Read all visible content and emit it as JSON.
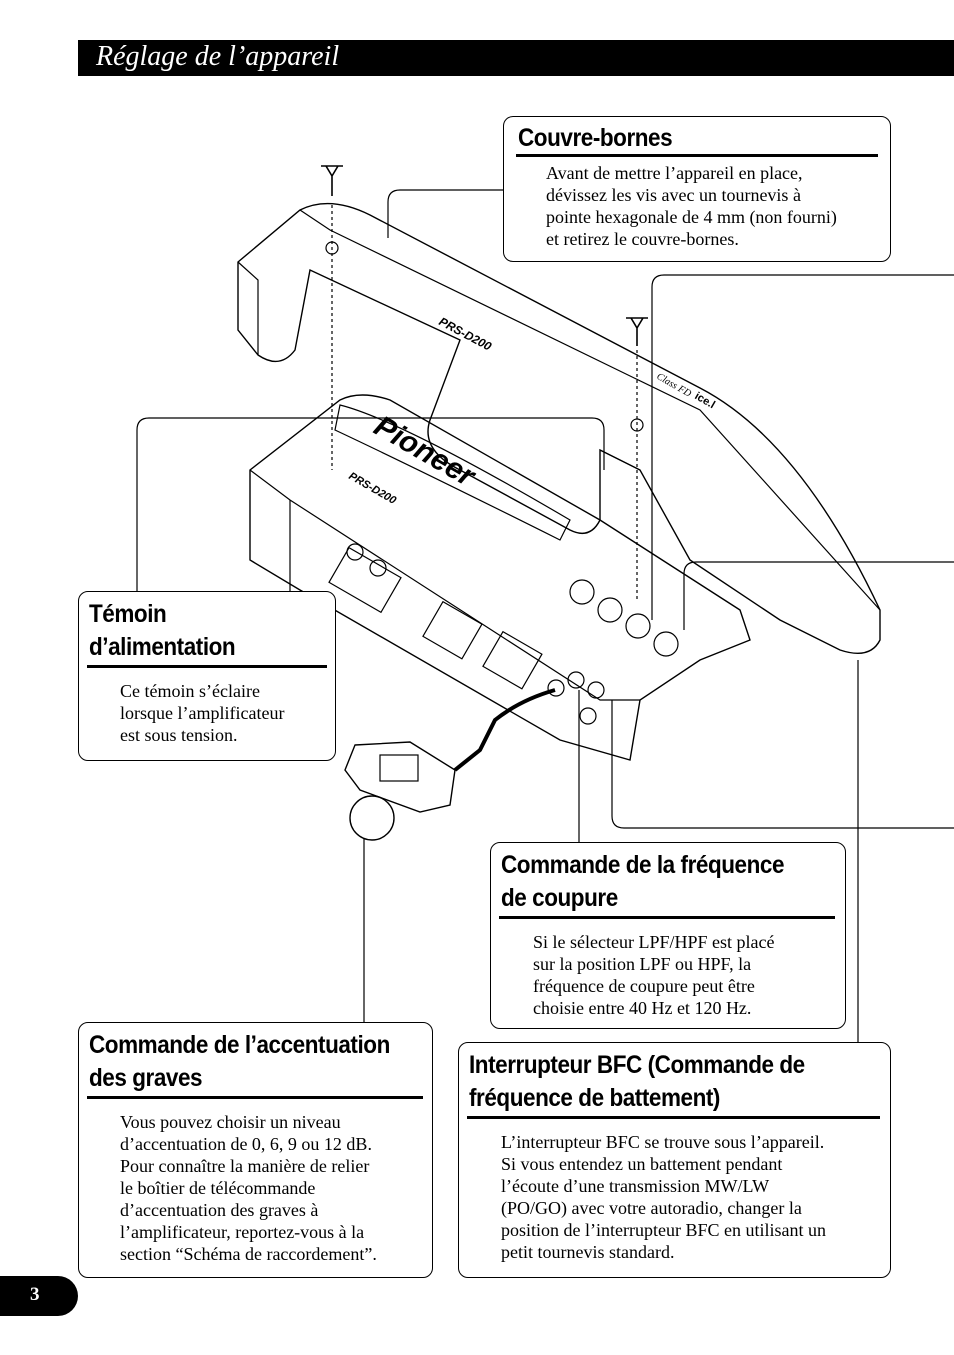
{
  "header": {
    "title": "Réglage de l’appareil"
  },
  "page_number": "3",
  "callouts": {
    "couvre_bornes": {
      "title": "Couvre-bornes",
      "lines": [
        "Avant de mettre l’appareil en place,",
        "dévissez les vis avec un tournevis à",
        "pointe hexagonale de 4 mm (non fourni)",
        "et retirez le couvre-bornes."
      ]
    },
    "temoin": {
      "title_lines": [
        "Témoin",
        "d’alimentation"
      ],
      "lines": [
        "Ce témoin s’éclaire",
        "lorsque l’amplificateur",
        "est sous tension."
      ]
    },
    "frequence_coupure": {
      "title_lines": [
        "Commande de la fréquence",
        "de coupure"
      ],
      "lines": [
        "Si le sélecteur LPF/HPF est placé",
        "sur la position LPF ou HPF, la",
        "fréquence de coupure peut être",
        "choisie entre 40 Hz et 120 Hz."
      ]
    },
    "accentuation": {
      "title_lines": [
        "Commande de l’accentuation",
        "des graves"
      ],
      "lines": [
        "Vous pouvez choisir un niveau",
        "d’accentuation de 0, 6, 9 ou 12 dB.",
        "Pour connaître la manière de relier",
        "le boîtier de télécommande",
        "d’accentuation des graves à",
        "l’amplificateur, reportez-vous à la",
        "section “Schéma de raccordement”."
      ]
    },
    "bfc": {
      "title_lines": [
        "Interrupteur BFC (Commande de",
        "fréquence de battement)"
      ],
      "lines": [
        "L’interrupteur BFC se trouve sous l’appareil.",
        "Si vous entendez un battement pendant",
        "l’écoute d’une transmission MW/LW",
        "(PO/GO) avec votre autoradio, changer la",
        "position de l’interrupteur BFC en utilisant un",
        "petit tournevis standard."
      ]
    }
  },
  "illustration": {
    "brand": "Pioneer",
    "model": "PRS-D200",
    "class_label": "Class FD",
    "ice_label": "ice.l"
  }
}
